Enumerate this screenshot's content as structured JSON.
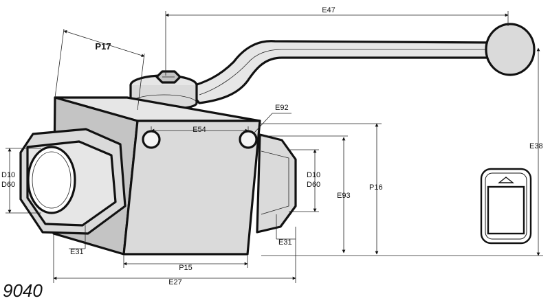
{
  "model_number": "9040",
  "dimensions": {
    "e47": "E47",
    "p17": "P17",
    "e38": "E38",
    "e92": "E92",
    "e54": "E54",
    "d10_left": "D10",
    "d60_left": "D60",
    "d10_right": "D10",
    "d60_right": "D60",
    "e93": "E93",
    "p16": "P16",
    "e31_left": "E31",
    "e31_right": "E31",
    "p15": "P15",
    "e27": "E27"
  },
  "colors": {
    "outline": "#111111",
    "fill": "#dadada",
    "fill_dark": "#c4c4c4"
  }
}
